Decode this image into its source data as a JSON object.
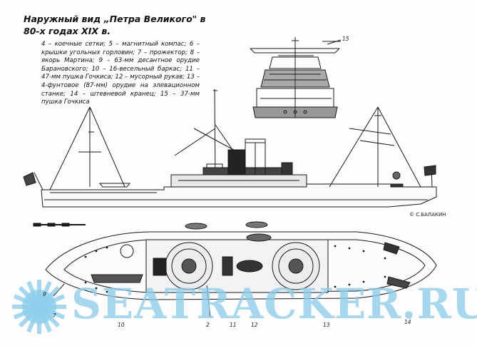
{
  "title": "Наружный вид „Петра Великого\" в 80-х годах XIX в.",
  "legend": "4 – коечные сетки; 5 – магнитный компас; 6 – крышки угольных горловин; 7 – прожектор; 8 – якорь Мартина; 9 – 63-мм десантное орудие Барановского; 10 – 16-весельный баркас; 11 – 47-мм пушка Гочкиса; 12 – мусорный рукав; 13 – 4-фунтовое (87-мм) орудие на элевационном станке; 14 – штевневой кранец; 15 – 37-мм пушка Гочкиса",
  "credit": "© С.БАЛАКИН",
  "watermark": "SEATRACKER.RU",
  "callouts": {
    "n15": "15",
    "n9": "9",
    "n7": "7",
    "n10": "10",
    "n2": "2",
    "n11": "11",
    "n12": "12",
    "n13": "13",
    "n14": "14"
  },
  "colors": {
    "ink": "#1a1a1a",
    "paper": "#fdfdfd",
    "watermark": "#8ccdeb"
  }
}
